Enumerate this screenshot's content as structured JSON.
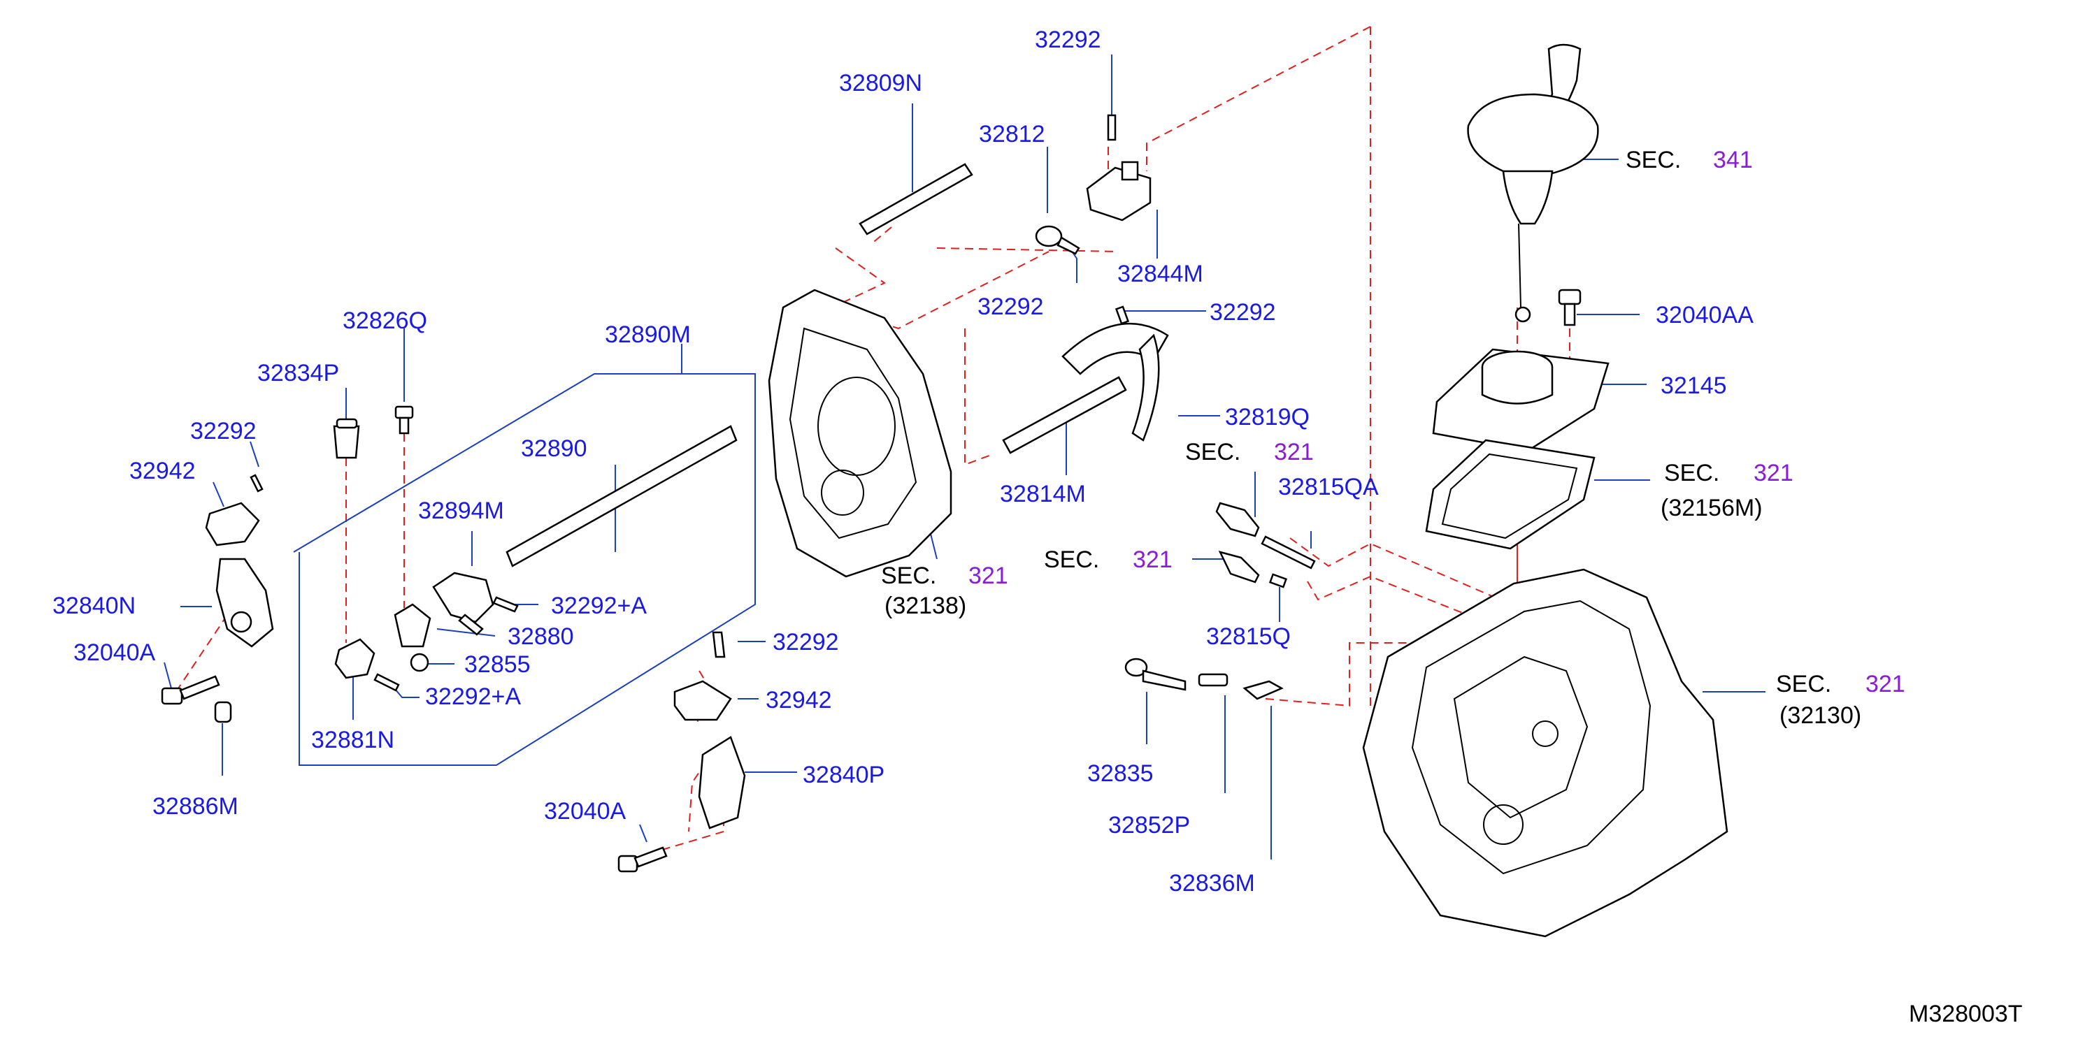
{
  "diagram_code": "M328003T",
  "colors": {
    "part_number": "#1a1ae6",
    "section_number": "#8a1bd6",
    "leader": "#1a3fbf",
    "dashed_line": "#e0201d"
  },
  "parts": {
    "p32809N": "32809N",
    "p32292_top": "32292",
    "p32812": "32812",
    "p32844M": "32844M",
    "p32292_fork": "32292",
    "p32292_mid": "32292",
    "p32819Q": "32819Q",
    "p32814M": "32814M",
    "p32815QA": "32815QA",
    "p32815Q": "32815Q",
    "p32890M": "32890M",
    "p32890": "32890",
    "p32894M": "32894M",
    "p32292A_1": "32292+A",
    "p32880": "32880",
    "p32855": "32855",
    "p32292A_2": "32292+A",
    "p32881N": "32881N",
    "p32826Q": "32826Q",
    "p32834P": "32834P",
    "p32292_left": "32292",
    "p32942_left": "32942",
    "p32840N": "32840N",
    "p32040A_left": "32040A",
    "p32886M": "32886M",
    "p32292_low": "32292",
    "p32942_low": "32942",
    "p32840P": "32840P",
    "p32040A_low": "32040A",
    "p32835": "32835",
    "p32852P": "32852P",
    "p32836M": "32836M",
    "p32040AA": "32040AA",
    "p32145": "32145"
  },
  "sections": {
    "s341": {
      "label": "SEC.",
      "number": "341",
      "ref": ""
    },
    "s321_a": {
      "label": "SEC.",
      "number": "321",
      "ref": ""
    },
    "s321_b": {
      "label": "SEC.",
      "number": "321",
      "ref": ""
    },
    "s321_138": {
      "label": "SEC.",
      "number": "321",
      "ref": "(32138)"
    },
    "s321_156": {
      "label": "SEC.",
      "number": "321",
      "ref": "(32156M)"
    },
    "s321_130": {
      "label": "SEC.",
      "number": "321",
      "ref": "(32130)"
    }
  }
}
